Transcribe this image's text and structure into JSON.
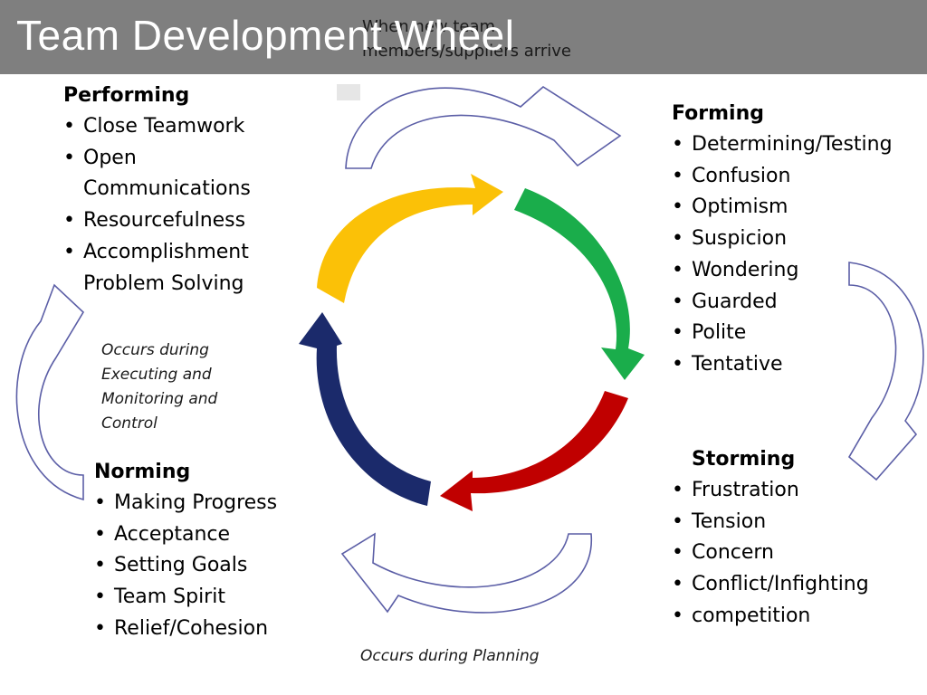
{
  "title": "Team Development Wheel",
  "top_note": [
    "When new team",
    "members/suppliers arrive"
  ],
  "stages": {
    "performing": {
      "heading": "Performing",
      "items": [
        "Close Teamwork",
        "Open",
        "Communications",
        "Resourcefulness",
        "Accomplishment",
        "Problem Solving"
      ]
    },
    "forming": {
      "heading": "Forming",
      "items": [
        "Determining/Testing",
        "Confusion",
        "Optimism",
        "Suspicion",
        "Wondering",
        "Guarded",
        "Polite",
        "Tentative"
      ]
    },
    "storming": {
      "heading": "Storming",
      "items": [
        "Frustration",
        "Tension",
        "Concern",
        "Conflict/Infighting",
        "competition"
      ]
    },
    "norming": {
      "heading": "Norming",
      "items": [
        "Making Progress",
        "Acceptance",
        "Setting Goals",
        "Team Spirit",
        "Relief/Cohesion"
      ]
    }
  },
  "notes": {
    "executing": [
      "Occurs during",
      "Executing and",
      "Monitoring and",
      "Control"
    ],
    "planning": "Occurs during Planning"
  },
  "colors": {
    "title_bar": "#7f7f7f",
    "yellow_arrow": "#fbc107",
    "green_arrow": "#1aad4b",
    "red_arrow": "#c00000",
    "navy_arrow": "#1b2a6b",
    "outline_arrow": "#5b5ea6"
  }
}
